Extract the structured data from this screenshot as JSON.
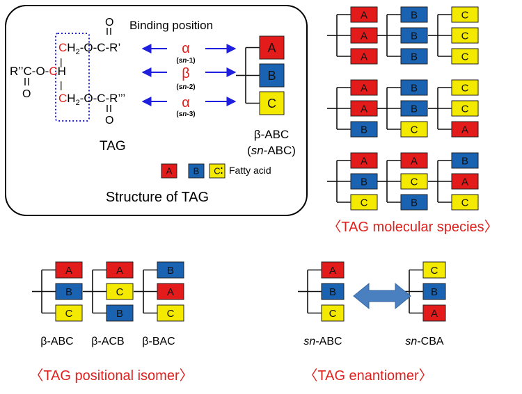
{
  "colors": {
    "A": "#e31b1b",
    "B": "#1a63b3",
    "C": "#f3ea00",
    "red_text": "#e0201d",
    "arrow": "#1f1fe0",
    "dotted": "#1f1fd6",
    "double_arrow": "#4a7fc0"
  },
  "structure_panel": {
    "binding_position_label": "Binding position",
    "formula": {
      "carbonyl_o": "O",
      "ch2": "CH",
      "sub2": "2",
      "o_c_r1": "-O-C-R’",
      "o_c_r3": "-O-C-R’’’",
      "ch": "H",
      "c_red": "C",
      "r2_o_c": "R’’C-O-",
      "bond_dash": "-",
      "bar": "|",
      "tag_label": "TAG"
    },
    "positions": [
      {
        "greek": "α",
        "sn_prefix": "sn",
        "sn_suffix": "-1"
      },
      {
        "greek": "β",
        "sn_prefix": "sn",
        "sn_suffix": "-2"
      },
      {
        "greek": "α",
        "sn_prefix": "sn",
        "sn_suffix": "-3"
      }
    ],
    "blocks": [
      "A",
      "B",
      "C"
    ],
    "beta_abc": "β-ABC",
    "sn_abc_paren_open": "(",
    "sn_abc_sn": "sn",
    "sn_abc_rest": "-ABC)",
    "legend_blocks": [
      "A",
      "B",
      "C"
    ],
    "legend_text": "：Fatty acid",
    "title": "Structure of TAG"
  },
  "molecular_species": {
    "title": "〈TAG molecular species〉",
    "groups": [
      [
        "A",
        "A",
        "A"
      ],
      [
        "B",
        "B",
        "B"
      ],
      [
        "C",
        "C",
        "C"
      ],
      [
        "A",
        "A",
        "B"
      ],
      [
        "B",
        "B",
        "C"
      ],
      [
        "C",
        "C",
        "A"
      ],
      [
        "A",
        "B",
        "C"
      ],
      [
        "A",
        "C",
        "B"
      ],
      [
        "B",
        "A",
        "C"
      ]
    ]
  },
  "positional_isomer": {
    "title": "〈TAG positional isomer〉",
    "groups": [
      {
        "blocks": [
          "A",
          "B",
          "C"
        ],
        "label": "β-ABC"
      },
      {
        "blocks": [
          "A",
          "C",
          "B"
        ],
        "label": "β-ACB"
      },
      {
        "blocks": [
          "B",
          "A",
          "C"
        ],
        "label": "β-BAC"
      }
    ]
  },
  "enantiomer": {
    "title": "〈TAG enantiomer〉",
    "groups": [
      {
        "blocks": [
          "A",
          "B",
          "C"
        ],
        "sn": "sn",
        "label": "-ABC"
      },
      {
        "blocks": [
          "C",
          "B",
          "A"
        ],
        "sn": "sn",
        "label": "-CBA"
      }
    ]
  }
}
